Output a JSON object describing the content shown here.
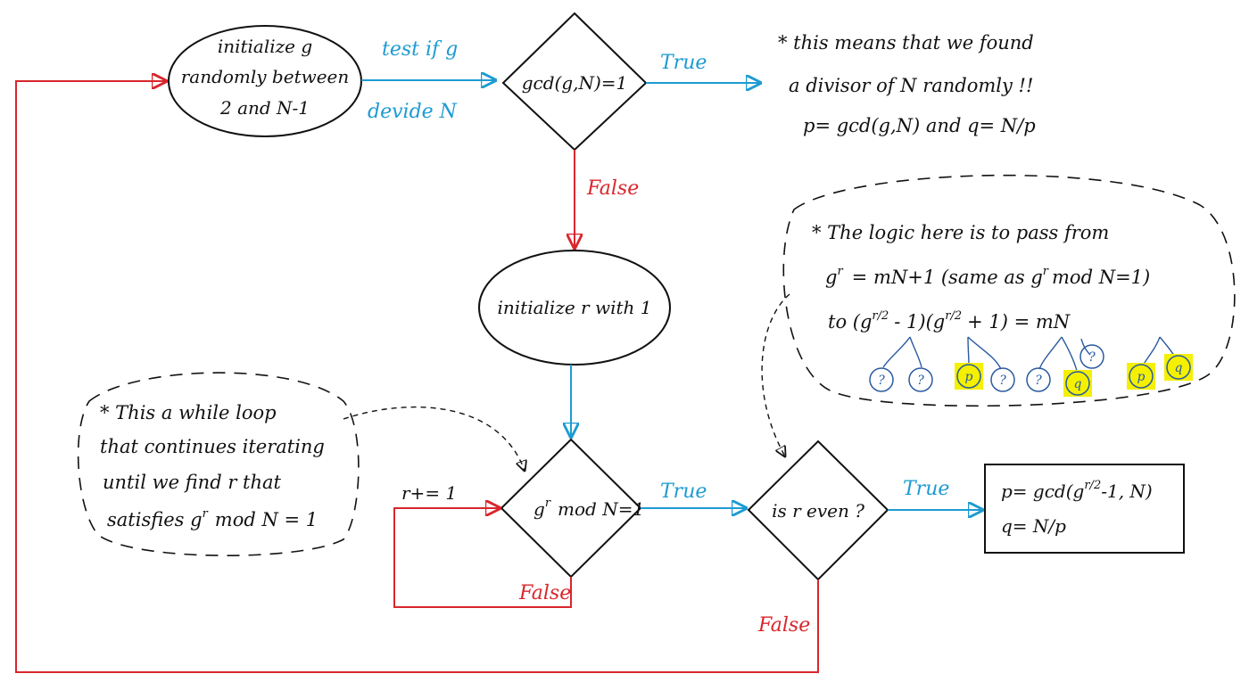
{
  "colors": {
    "ink": "#111111",
    "blue": "#1d9bd1",
    "red": "#d9262c",
    "highlight": "#f4f000",
    "circle": "#2a5aa0"
  },
  "nodes": {
    "init_g": {
      "lines": [
        "initialize g",
        "randomly between",
        "2 and N-1"
      ]
    },
    "gcd_check": {
      "text": "gcd(g,N)=1"
    },
    "init_r": {
      "text": "initialize r with 1"
    },
    "mod_check": {
      "base": "g",
      "exp": "r",
      "rest": "mod N=1"
    },
    "is_even": {
      "text": "is r even ?"
    },
    "result_box": {
      "line1_pre": "p= gcd(g",
      "line1_exp": "r/2",
      "line1_post": "-1, N)",
      "line2": "q= N/p"
    }
  },
  "edges": {
    "test_top": "test if g",
    "test_bottom": "devide N",
    "true_1": "True",
    "false_1": "False",
    "true_2": "True",
    "false_2": "False",
    "true_3": "True",
    "false_3": "False",
    "increment": "r+= 1"
  },
  "notes": {
    "found": {
      "line1": "* this means that we found",
      "line2": "a divisor of N randomly !!",
      "line3": "p= gcd(g,N) and q= N/p"
    },
    "logic": {
      "line1": "* The logic here is to pass from",
      "line2_pre": "g",
      "line2_exp": "r",
      "line2_mid": "= mN+1 (same as g",
      "line2_exp2": "r",
      "line2_post": "mod N=1)",
      "line3_pre": "to (g",
      "line3_exp": "r/2",
      "line3_mid": "- 1)(g",
      "line3_exp2": "r/2",
      "line3_post": "+ 1) = mN",
      "circles": [
        "?",
        "?",
        "p",
        "?",
        "?",
        "q",
        "?",
        "p",
        "q"
      ]
    },
    "loop": {
      "line1": "* This a while loop",
      "line2": "that continues iterating",
      "line3": "until we find r that",
      "line4_pre": "satisfies g",
      "line4_exp": "r",
      "line4_post": "mod N = 1"
    }
  }
}
